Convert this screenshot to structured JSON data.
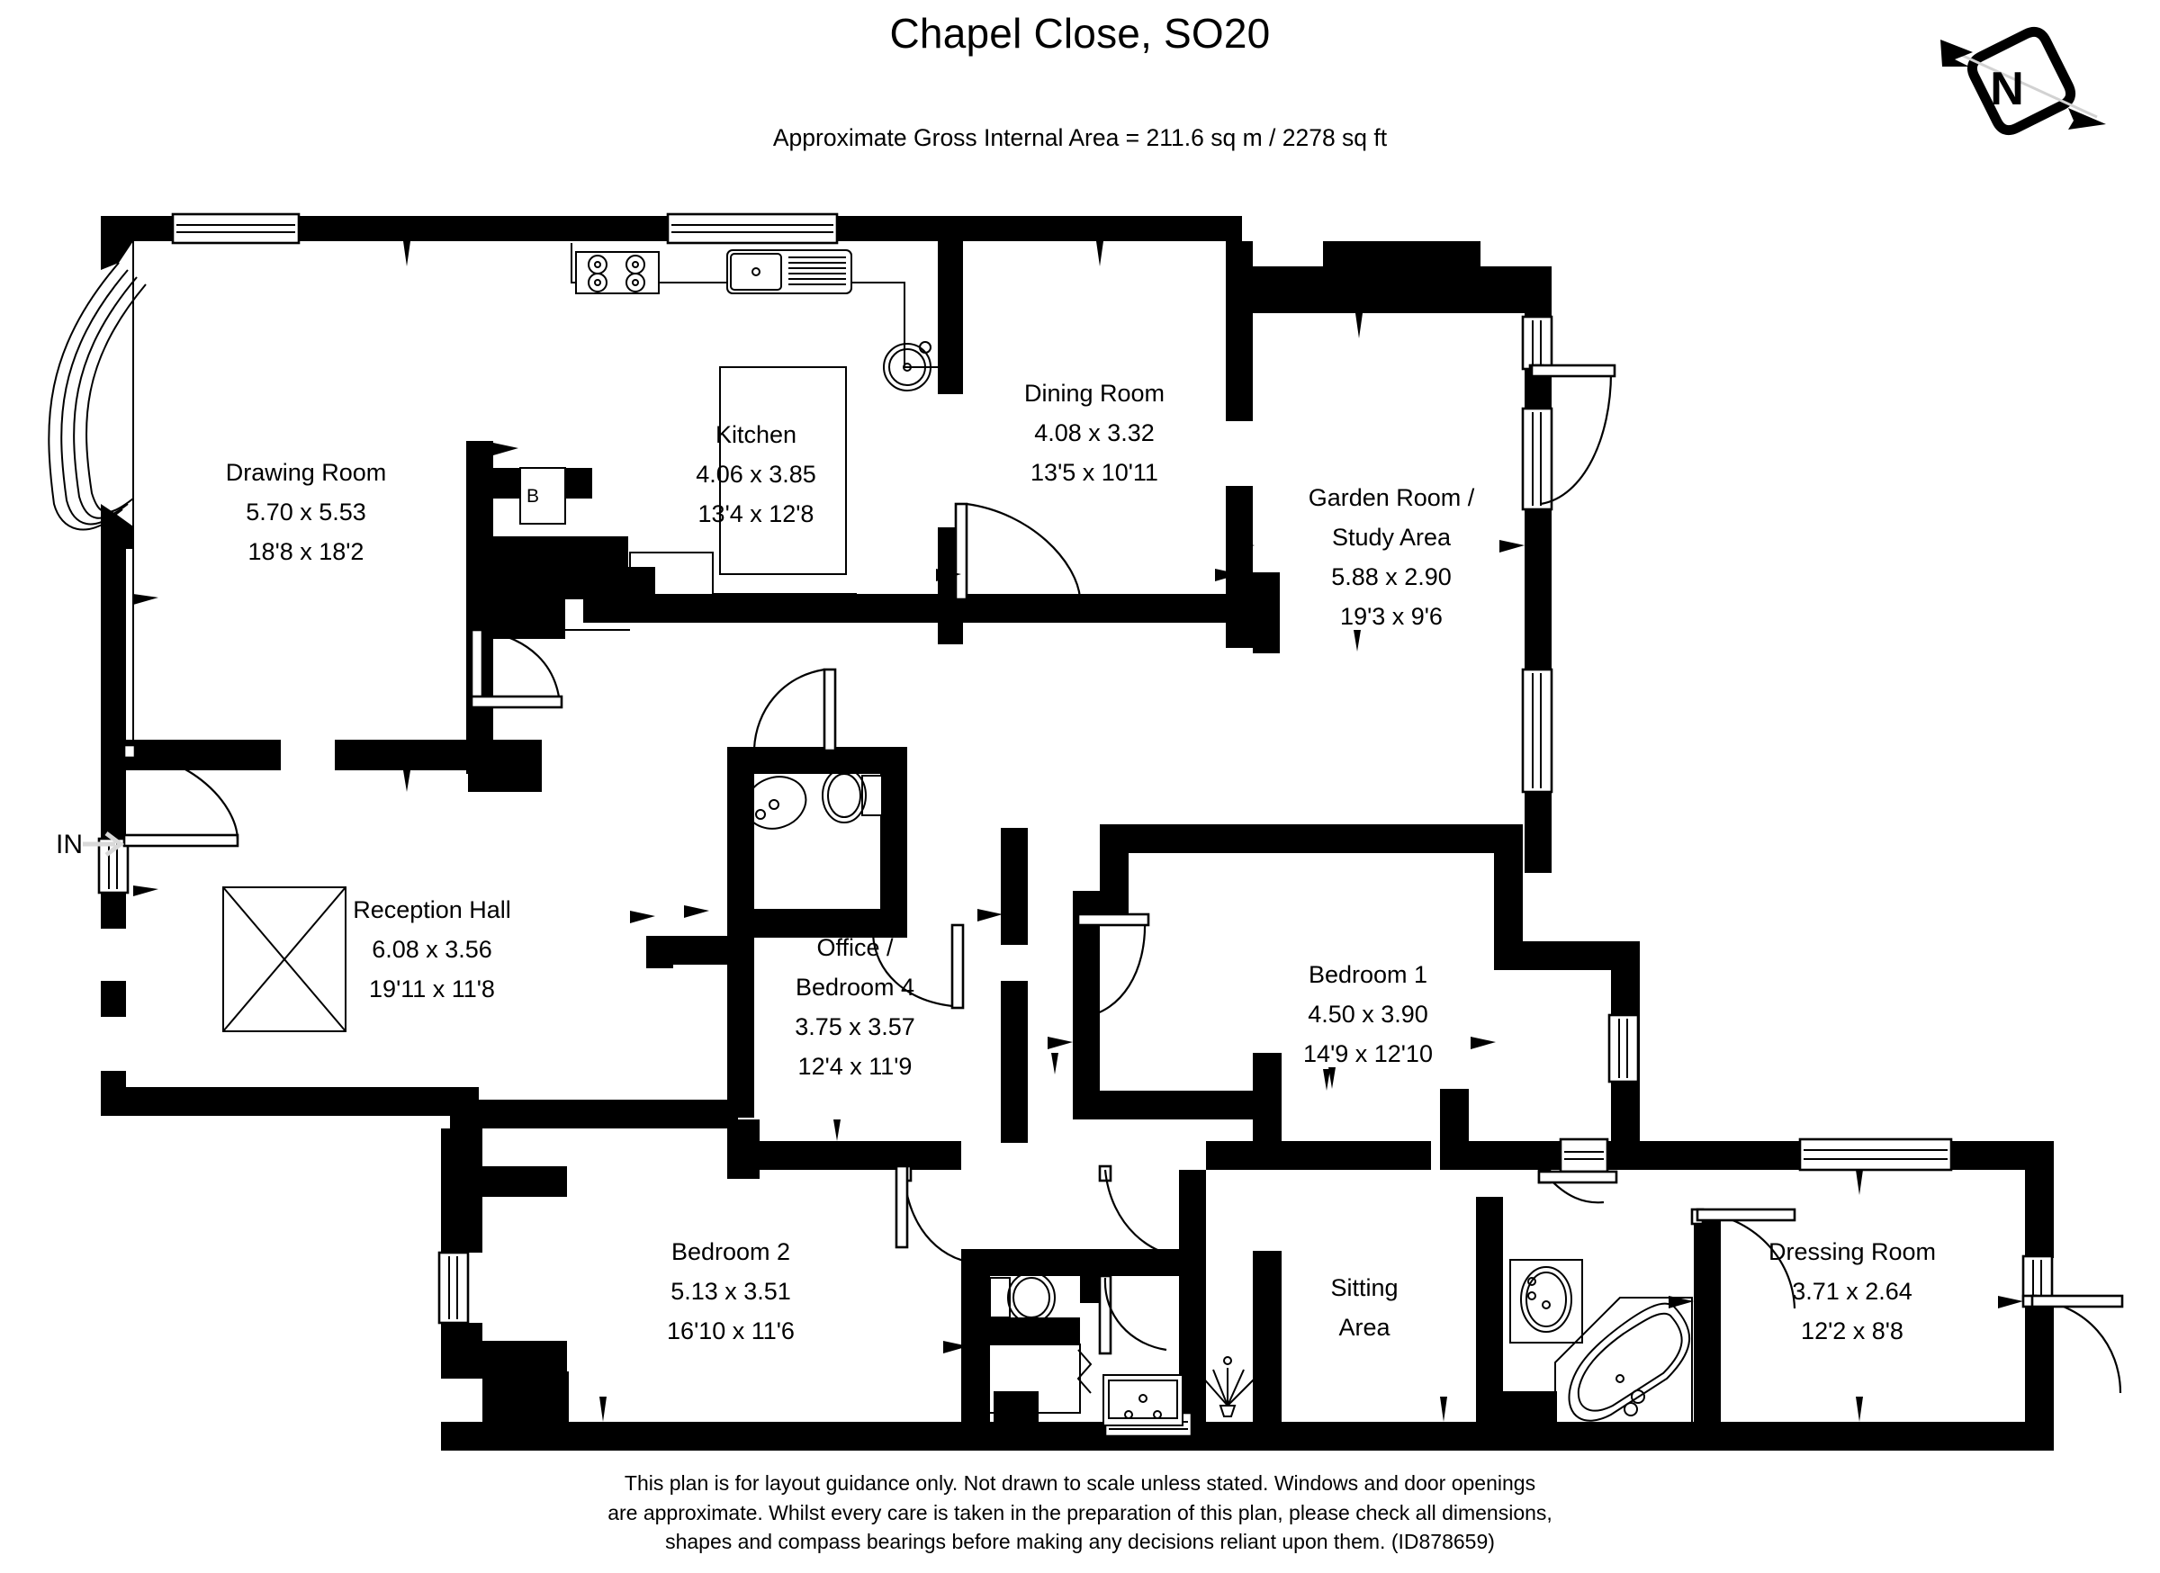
{
  "header": {
    "title": "Chapel Close, SO20",
    "area_line": "Approximate Gross Internal Area = 211.6 sq m / 2278 sq ft"
  },
  "compass": {
    "label": "N",
    "name": "north-compass"
  },
  "entrance": {
    "label": "IN"
  },
  "annotations": {
    "boiler": "B"
  },
  "rooms": [
    {
      "key": "drawing_room",
      "name": "Drawing Room",
      "metric": "5.70 x 5.53",
      "imperial": "18'8 x 18'2"
    },
    {
      "key": "kitchen",
      "name": "Kitchen",
      "metric": "4.06 x 3.85",
      "imperial": "13'4 x 12'8"
    },
    {
      "key": "dining_room",
      "name": "Dining Room",
      "metric": "4.08 x 3.32",
      "imperial": "13'5 x 10'11"
    },
    {
      "key": "garden_room",
      "name": "Garden Room /",
      "name2": "Study Area",
      "metric": "5.88 x 2.90",
      "imperial": "19'3 x 9'6"
    },
    {
      "key": "reception_hall",
      "name": "Reception Hall",
      "metric": "6.08 x 3.56",
      "imperial": "19'11 x 11'8"
    },
    {
      "key": "office",
      "name": "Office /",
      "name2": "Bedroom 4",
      "metric": "3.75 x 3.57",
      "imperial": "12'4 x 11'9"
    },
    {
      "key": "bedroom_1",
      "name": "Bedroom 1",
      "metric": "4.50 x 3.90",
      "imperial": "14'9 x 12'10"
    },
    {
      "key": "bedroom_2",
      "name": "Bedroom 2",
      "metric": "5.13 x 3.51",
      "imperial": "16'10 x 11'6"
    },
    {
      "key": "sitting_area",
      "name": "Sitting",
      "name2": "Area"
    },
    {
      "key": "dressing_room",
      "name": "Dressing Room",
      "metric": "3.71 x 2.64",
      "imperial": "12'2 x 8'8"
    }
  ],
  "labels": {
    "drawing_room_name": "Drawing Room",
    "drawing_room_metric": "5.70 x 5.53",
    "drawing_room_imperial": "18'8 x 18'2",
    "kitchen_name": "Kitchen",
    "kitchen_metric": "4.06 x 3.85",
    "kitchen_imperial": "13'4 x 12'8",
    "dining_name": "Dining Room",
    "dining_metric": "4.08 x 3.32",
    "dining_imperial": "13'5 x 10'11",
    "garden_name1": "Garden Room /",
    "garden_name2": "Study Area",
    "garden_metric": "5.88 x 2.90",
    "garden_imperial": "19'3 x 9'6",
    "reception_name": "Reception Hall",
    "reception_metric": "6.08 x 3.56",
    "reception_imperial": "19'11 x 11'8",
    "office_name1": "Office /",
    "office_name2": "Bedroom 4",
    "office_metric": "3.75 x 3.57",
    "office_imperial": "12'4 x 11'9",
    "bed1_name": "Bedroom 1",
    "bed1_metric": "4.50 x 3.90",
    "bed1_imperial": "14'9 x 12'10",
    "bed2_name": "Bedroom 2",
    "bed2_metric": "5.13 x 3.51",
    "bed2_imperial": "16'10 x 11'6",
    "sitting_name1": "Sitting",
    "sitting_name2": "Area",
    "dressing_name": "Dressing Room",
    "dressing_metric": "3.71 x 2.64",
    "dressing_imperial": "12'2 x 8'8"
  },
  "footer": {
    "line1": "This plan is for layout guidance only. Not drawn to scale unless stated. Windows and door openings",
    "line2": "are approximate. Whilst every care is taken in the preparation of this plan, please check all dimensions,",
    "line3": "shapes and compass bearings before making any decisions reliant upon them. (ID878659)",
    "plan_id": "ID878659"
  },
  "colors": {
    "wall": "#000000",
    "background": "#ffffff",
    "in_arrow": "#d9d9d9"
  }
}
